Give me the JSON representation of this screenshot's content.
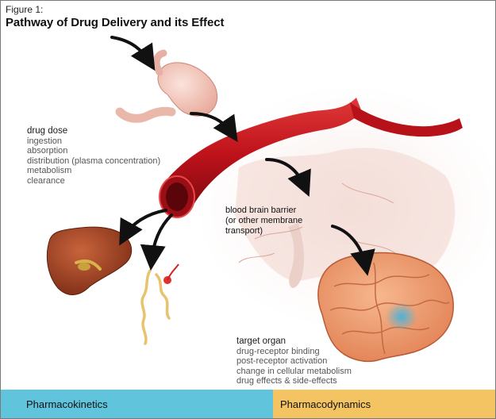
{
  "figure": {
    "label": "Figure 1:",
    "title": "Pathway of Drug Delivery and its Effect"
  },
  "drug_dose": {
    "heading": "drug dose",
    "items": [
      "ingestion",
      "absorption",
      "distribution (plasma concentration)",
      "metabolism",
      "clearance"
    ]
  },
  "barrier": {
    "lines": [
      "blood brain barrier",
      "(or other membrane",
      "transport)"
    ]
  },
  "target_organ": {
    "heading": "target organ",
    "items": [
      "drug-receptor binding",
      "post-receptor activation",
      "change in cellular metabolism",
      "drug effects & side-effects"
    ]
  },
  "footer": {
    "left_label": "Pharmacokinetics",
    "right_label": "Pharmacodynamics",
    "left_color": "#5fc4dc",
    "right_color": "#f4c462"
  },
  "illustration": {
    "organs": [
      "stomach-icon",
      "blood-vessel-icon",
      "liver-icon",
      "kidney-icon",
      "brain-tissue-icon",
      "brain-icon"
    ],
    "arrow_color": "#111111",
    "vessel_color": "#c0121b",
    "target_highlight_color": "#4ab3d8"
  }
}
